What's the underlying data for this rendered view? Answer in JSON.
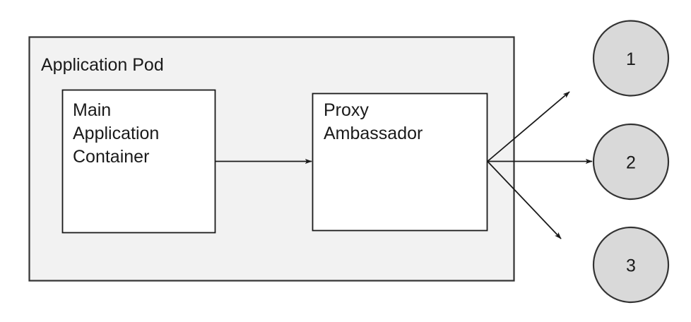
{
  "diagram": {
    "type": "architecture-diagram",
    "background_color": "#ffffff",
    "pod": {
      "title": "Application Pod",
      "fill_color": "#f2f2f2",
      "stroke_color": "#333333"
    },
    "containers": [
      {
        "id": "main-application-container",
        "lines": [
          "Main",
          "Application",
          "Container"
        ],
        "line1": "Main",
        "line2": "Application",
        "line3": "Container",
        "fill_color": "#ffffff",
        "stroke_color": "#1a1a1a"
      },
      {
        "id": "proxy-ambassador",
        "lines": [
          "Proxy",
          "Ambassador"
        ],
        "line1": "Proxy",
        "line2": "Ambassador",
        "fill_color": "#ffffff",
        "stroke_color": "#1a1a1a"
      }
    ],
    "external_nodes": [
      {
        "id": "node-1",
        "label": "1",
        "fill_color": "#d9d9d9",
        "stroke_color": "#333333"
      },
      {
        "id": "node-2",
        "label": "2",
        "fill_color": "#d9d9d9",
        "stroke_color": "#333333"
      },
      {
        "id": "node-3",
        "label": "3",
        "fill_color": "#d9d9d9",
        "stroke_color": "#333333"
      }
    ],
    "connectors": [
      {
        "id": "main-to-proxy",
        "from": "main-application-container",
        "to": "proxy-ambassador",
        "style": "arrow",
        "color": "#1a1a1a"
      },
      {
        "id": "proxy-to-node-1",
        "from": "proxy-ambassador",
        "to": "node-1",
        "style": "arrow",
        "color": "#1a1a1a"
      },
      {
        "id": "proxy-to-node-2",
        "from": "proxy-ambassador",
        "to": "node-2",
        "style": "arrow",
        "color": "#1a1a1a"
      },
      {
        "id": "proxy-to-node-3",
        "from": "proxy-ambassador",
        "to": "node-3",
        "style": "arrow",
        "color": "#1a1a1a"
      }
    ]
  }
}
